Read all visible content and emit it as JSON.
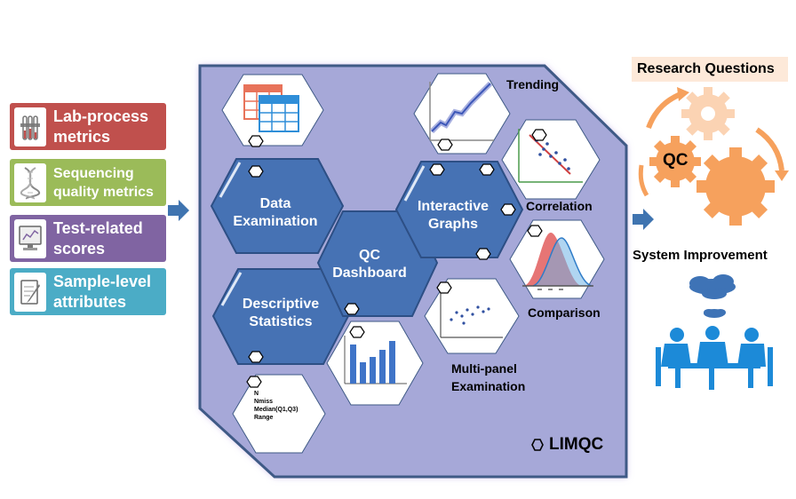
{
  "metrics": [
    {
      "label_1": "Lab-process",
      "label_2": "metrics",
      "color": "#c0504d",
      "icon": "test-tubes-icon"
    },
    {
      "label_1": "Sequencing",
      "label_2": "quality metrics",
      "color": "#9bbb59",
      "icon": "dna-icon"
    },
    {
      "label_1": "Test-related",
      "label_2": "scores",
      "color": "#8064a2",
      "icon": "computer-screen-icon"
    },
    {
      "label_1": "Sample-level",
      "label_2": "attributes",
      "color": "#4bacc6",
      "icon": "clipboard-pencil-icon"
    }
  ],
  "dashboard": {
    "data_examination": {
      "line1": "Data",
      "line2": "Examination"
    },
    "qc_dashboard": {
      "line1": "QC",
      "line2": "Dashboard"
    },
    "descriptive_statistics": {
      "line1": "Descriptive",
      "line2": "Statistics"
    },
    "interactive_graphs": {
      "line1": "Interactive",
      "line2": "Graphs"
    },
    "trending": "Trending",
    "correlation": "Correlation",
    "comparison": "Comparison",
    "multi_panel": {
      "line1": "Multi-panel",
      "line2": "Examination"
    },
    "stats_lines": [
      "N",
      "Nmiss",
      "Median(Q1,Q3)",
      "Range"
    ],
    "limqc": "LIMQC"
  },
  "right": {
    "research_questions": "Research Questions",
    "qc": "QC",
    "system_improvement": "System Improvement"
  },
  "colors": {
    "panel_fill": "#a6a8d8",
    "panel_border": "#3f5a86",
    "hex_blue": "#4672b4",
    "gear_light": "#fbd3b3",
    "gear_orange": "#f6a15d",
    "people_blue": "#1c8ad8",
    "cloud_blue": "#3e73b6",
    "arrow_blue": "#3f74b0"
  }
}
